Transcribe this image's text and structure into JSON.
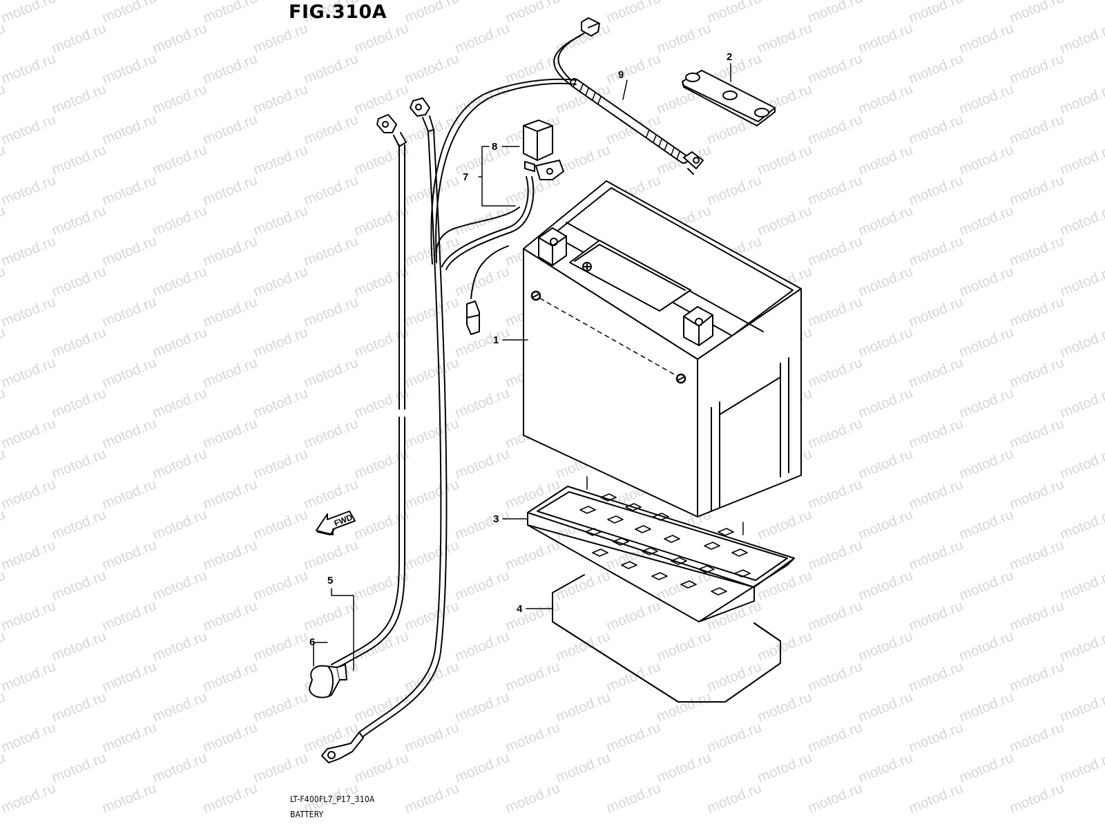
{
  "figure": {
    "title": "FIG.310A",
    "code": "LT-F400FL7_P17_310A",
    "name": "BATTERY"
  },
  "watermark": "motod.ru",
  "fwd_label": "FWD",
  "callouts": [
    {
      "id": "c1",
      "num": "1"
    },
    {
      "id": "c2",
      "num": "2"
    },
    {
      "id": "c3",
      "num": "3"
    },
    {
      "id": "c4",
      "num": "4"
    },
    {
      "id": "c5",
      "num": "5"
    },
    {
      "id": "c6",
      "num": "6"
    },
    {
      "id": "c7",
      "num": "7"
    },
    {
      "id": "c8",
      "num": "8"
    },
    {
      "id": "c9",
      "num": "9"
    }
  ]
}
